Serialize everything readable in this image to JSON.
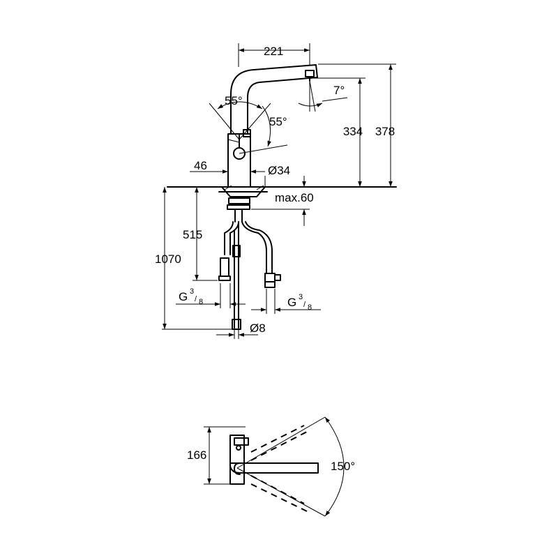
{
  "dimensions": {
    "spout_reach": "221",
    "spout_angle": "7°",
    "tilt_angle": "55°",
    "lever_angle": "55°",
    "lever_offset": "46",
    "body_diameter": "Ø34",
    "height_spout": "334",
    "height_total": "378",
    "deck_thickness": "max.60",
    "hose_length_short": "515",
    "hose_length_total": "1070",
    "thread_left_base": "G",
    "thread_left_num": "3",
    "thread_left_den": "8",
    "thread_right_base": "G",
    "thread_right_num": "3",
    "thread_right_den": "8",
    "tube_diameter": "Ø8",
    "top_view_depth": "166",
    "swivel_angle": "150°"
  }
}
